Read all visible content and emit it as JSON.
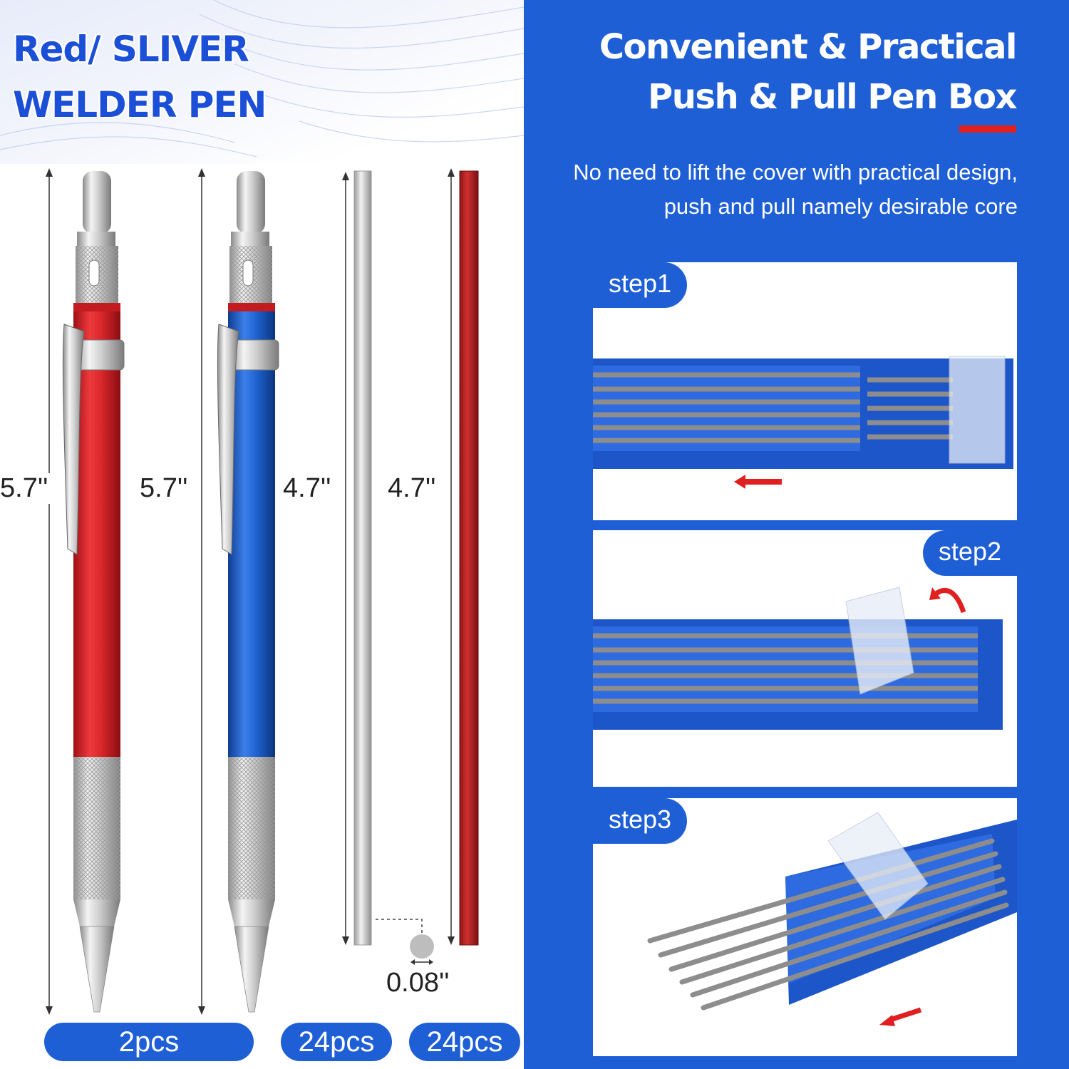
{
  "left": {
    "title_line1": "Red/ SLIVER",
    "title_line2": "WELDER PEN",
    "dims": {
      "red_pen": "5.7''",
      "blue_pen": "5.7''",
      "silver_refill": "4.7''",
      "red_refill": "4.7''",
      "diameter": "0.08''"
    },
    "counts": {
      "pens": "2pcs",
      "silver_refills": "24pcs",
      "red_refills": "24pcs"
    }
  },
  "right": {
    "title_line1": "Convenient & Practical",
    "title_line2": "Push & Pull Pen Box",
    "desc_line1": "No need to lift the cover with practical design,",
    "desc_line2": "push and pull namely desirable core",
    "steps": [
      "step1",
      "step2",
      "step3"
    ]
  },
  "colors": {
    "brand_blue": "#1f5fd6",
    "pen_red": "#d8262b",
    "pen_blue": "#1e63cf",
    "accent_red": "#e02020"
  }
}
